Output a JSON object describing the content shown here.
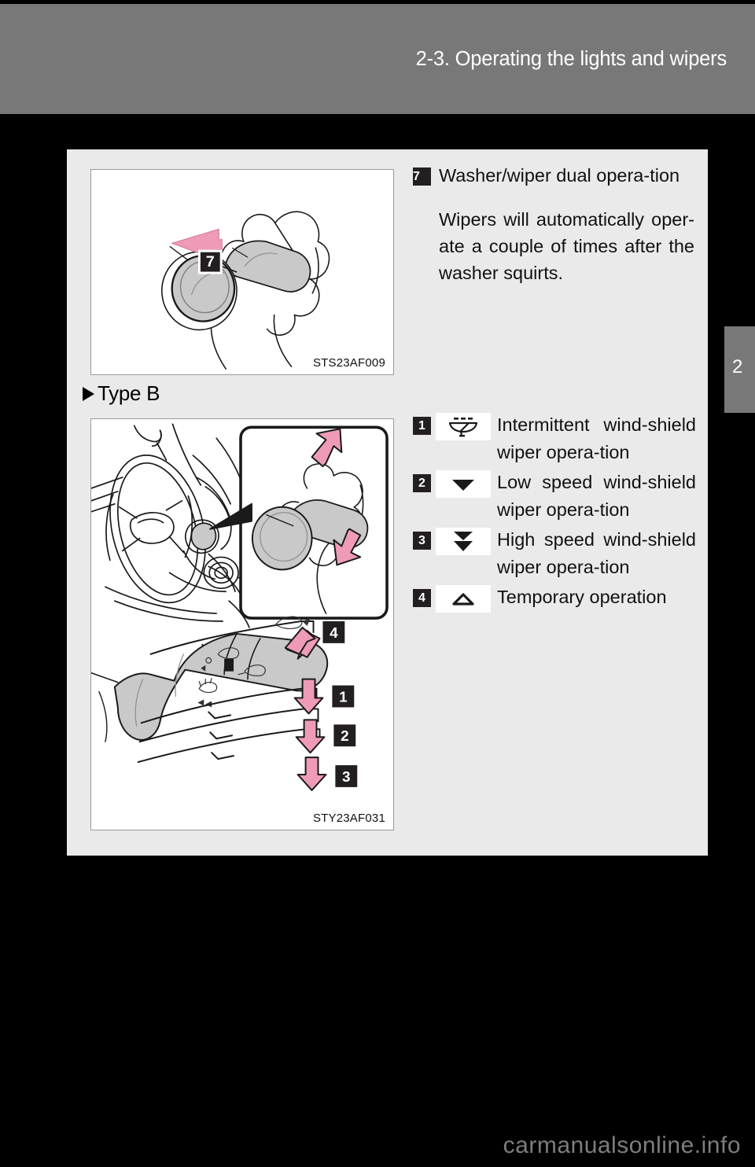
{
  "header": {
    "title": "2-3. Operating the lights and wipers"
  },
  "chapter_tab": {
    "number": "2"
  },
  "figures": [
    {
      "id": "figure-1",
      "caption": "STS23AF009",
      "description": "Hand gripping wiper stalk, pink arrow pulling toward driver, callout 7",
      "callouts": [
        "7"
      ]
    },
    {
      "id": "figure-2",
      "caption": "STY23AF031",
      "description": "Steering column with wiper stalk, inset hand view, stalk detent positions",
      "callouts": [
        "4",
        "1",
        "2",
        "3"
      ]
    }
  ],
  "washer_block": {
    "number": "7",
    "title": "Washer/wiper dual opera-tion",
    "body": "Wipers will automatically oper-ate a couple of times after the washer squirts."
  },
  "type_heading": {
    "label": "Type B"
  },
  "icon_list": [
    {
      "number": "1",
      "icon": "intermittent-wiper-icon",
      "label": "Intermittent wind-shield wiper opera-tion"
    },
    {
      "number": "2",
      "icon": "single-down-triangle-icon",
      "label": "Low speed wind-shield wiper opera-tion"
    },
    {
      "number": "3",
      "icon": "double-down-triangle-icon",
      "label": "High speed wind-shield wiper opera-tion"
    },
    {
      "number": "4",
      "icon": "outline-up-triangle-icon",
      "label": "Temporary operation"
    }
  ],
  "watermark": {
    "text": "carmanualsonline.info"
  },
  "colors": {
    "header_bar": "#787878",
    "panel": "#eaeaea",
    "badge": "#231f20",
    "arrow_pink": "#ef9bb8",
    "stalk_gray": "#c9c9c9",
    "page_background": "#000000"
  }
}
